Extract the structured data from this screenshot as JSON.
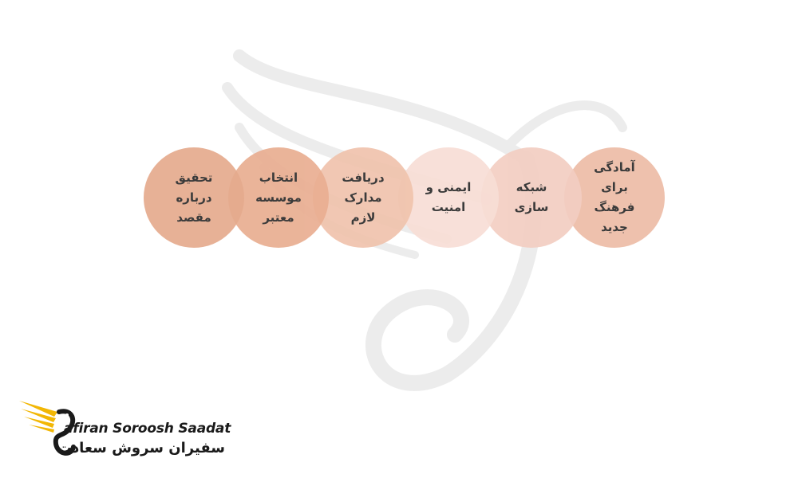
{
  "steps": [
    {
      "text": "آمادگی\nبرای\nفرهنگ\nجدید",
      "color": "#edbca7"
    },
    {
      "text": "شبکه\nسازی",
      "color": "#f3cec2"
    },
    {
      "text": "ایمنی و\nامنیت",
      "color": "#f8ded6"
    },
    {
      "text": "دریافت\nمدارک\nلازم",
      "color": "#f0c3ad"
    },
    {
      "text": "انتخاب\nموسسه\nمعتبر",
      "color": "#e9ae91"
    },
    {
      "text": "تحقیق\nدرباره\nمقصد",
      "color": "#e5ab8e"
    }
  ],
  "brand": {
    "name_en": "afiran Soroosh Saadat",
    "name_fa": "سفیران سروش سعادت",
    "accent_color": "#f2b705",
    "icon": "phoenix-logo-icon"
  }
}
